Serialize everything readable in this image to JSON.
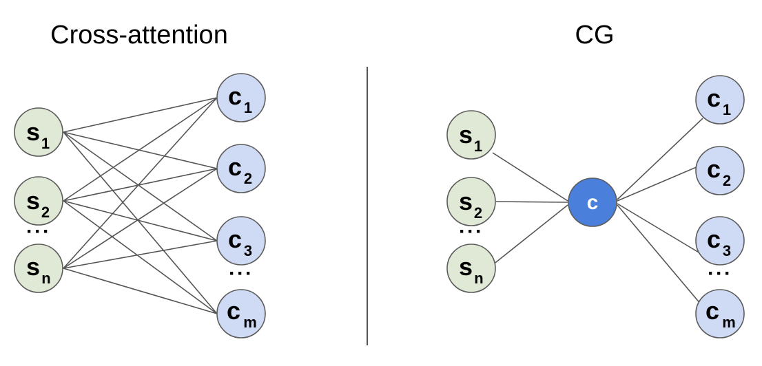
{
  "left_panel": {
    "title": "Cross-attention",
    "s_nodes": [
      {
        "main": "s",
        "sub": "1"
      },
      {
        "main": "s",
        "sub": "2"
      },
      {
        "main": "s",
        "sub": "n"
      }
    ],
    "c_nodes": [
      {
        "main": "c",
        "sub": "1"
      },
      {
        "main": "c",
        "sub": "2"
      },
      {
        "main": "c",
        "sub": "3"
      },
      {
        "main": "c",
        "sub": "m"
      }
    ],
    "s_ellipsis": "···",
    "c_ellipsis": "···"
  },
  "right_panel": {
    "title": "CG",
    "hub": "c",
    "s_nodes": [
      {
        "main": "s",
        "sub": "1"
      },
      {
        "main": "s",
        "sub": "2"
      },
      {
        "main": "s",
        "sub": "n"
      }
    ],
    "c_nodes": [
      {
        "main": "c",
        "sub": "1"
      },
      {
        "main": "c",
        "sub": "2"
      },
      {
        "main": "c",
        "sub": "3"
      },
      {
        "main": "c",
        "sub": "m"
      }
    ],
    "s_ellipsis": "···",
    "c_ellipsis": "···"
  },
  "colors": {
    "s_node_fill": "#dfe9d5",
    "c_node_fill": "#cfdaf5",
    "hub_fill": "#4a7fdc",
    "edge": "#555555"
  }
}
